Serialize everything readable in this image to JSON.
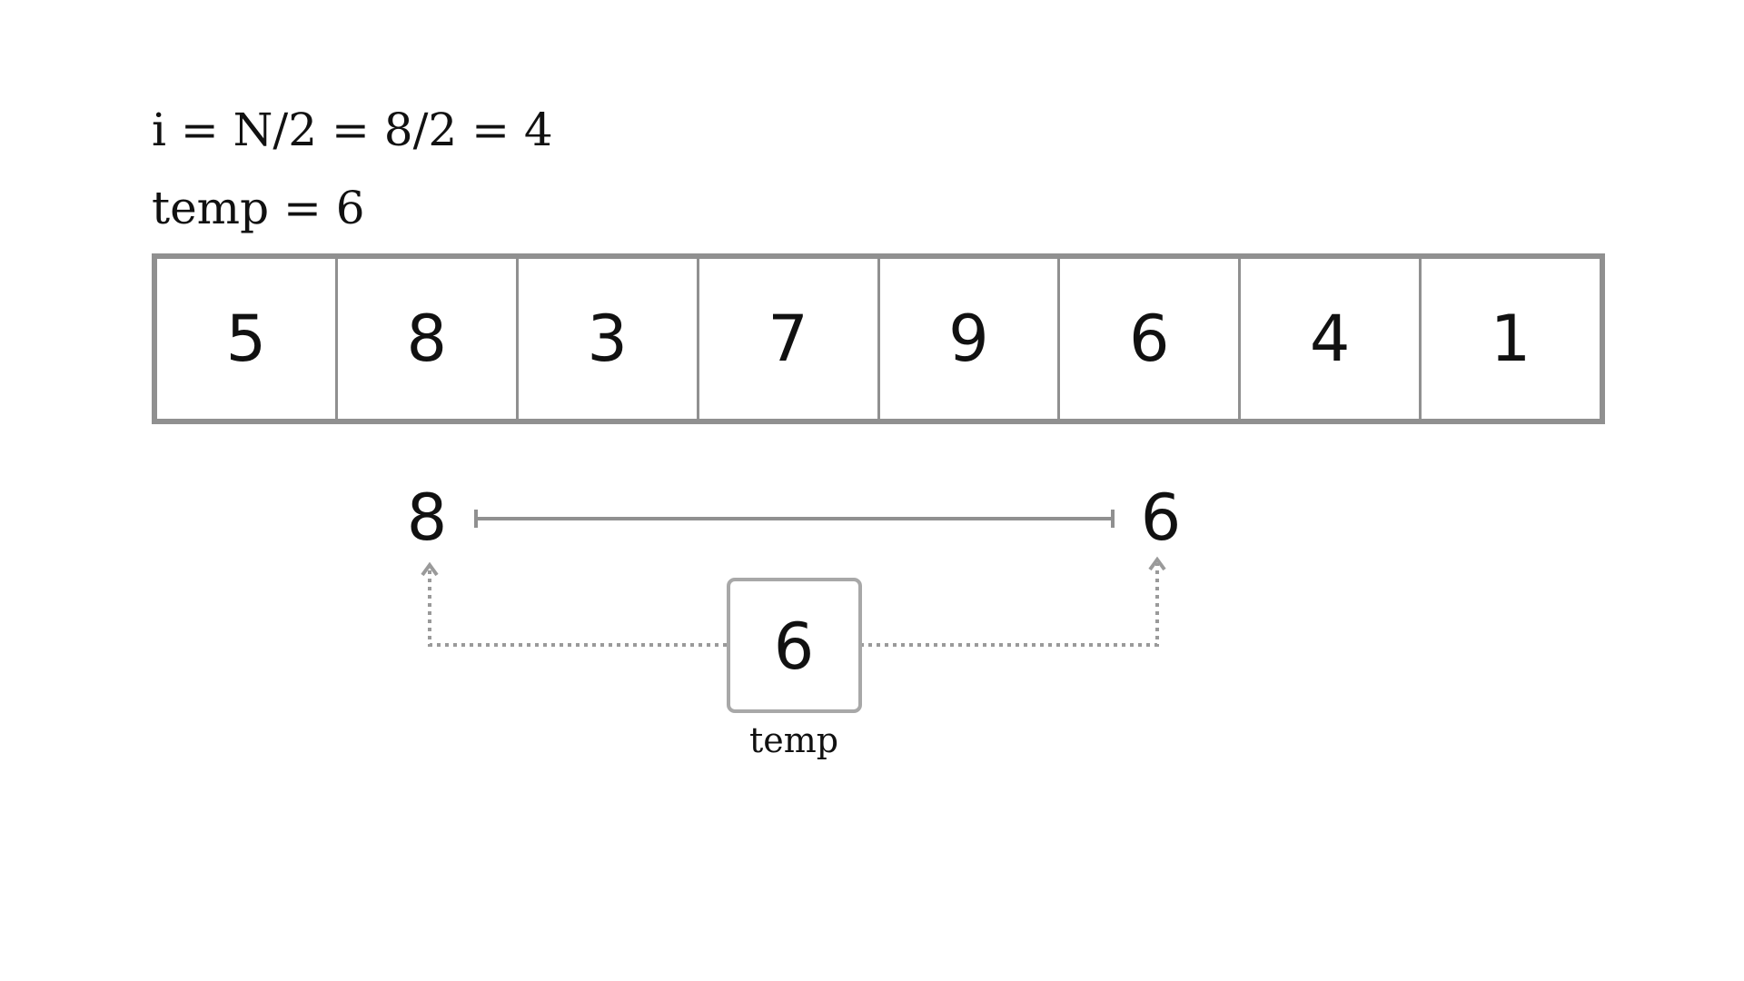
{
  "equations": {
    "index": "i = N/2 = 8/2 = 4",
    "temp": "temp = 6"
  },
  "array": {
    "values": [
      "5",
      "8",
      "3",
      "7",
      "9",
      "6",
      "4",
      "1"
    ]
  },
  "swap": {
    "left_value": "8",
    "right_value": "6",
    "temp_value": "6",
    "temp_label": "temp"
  },
  "colors": {
    "border": "#909090",
    "text": "#111111",
    "dotted": "#9a9a9a",
    "temp_box_border": "#a8a8a8"
  }
}
